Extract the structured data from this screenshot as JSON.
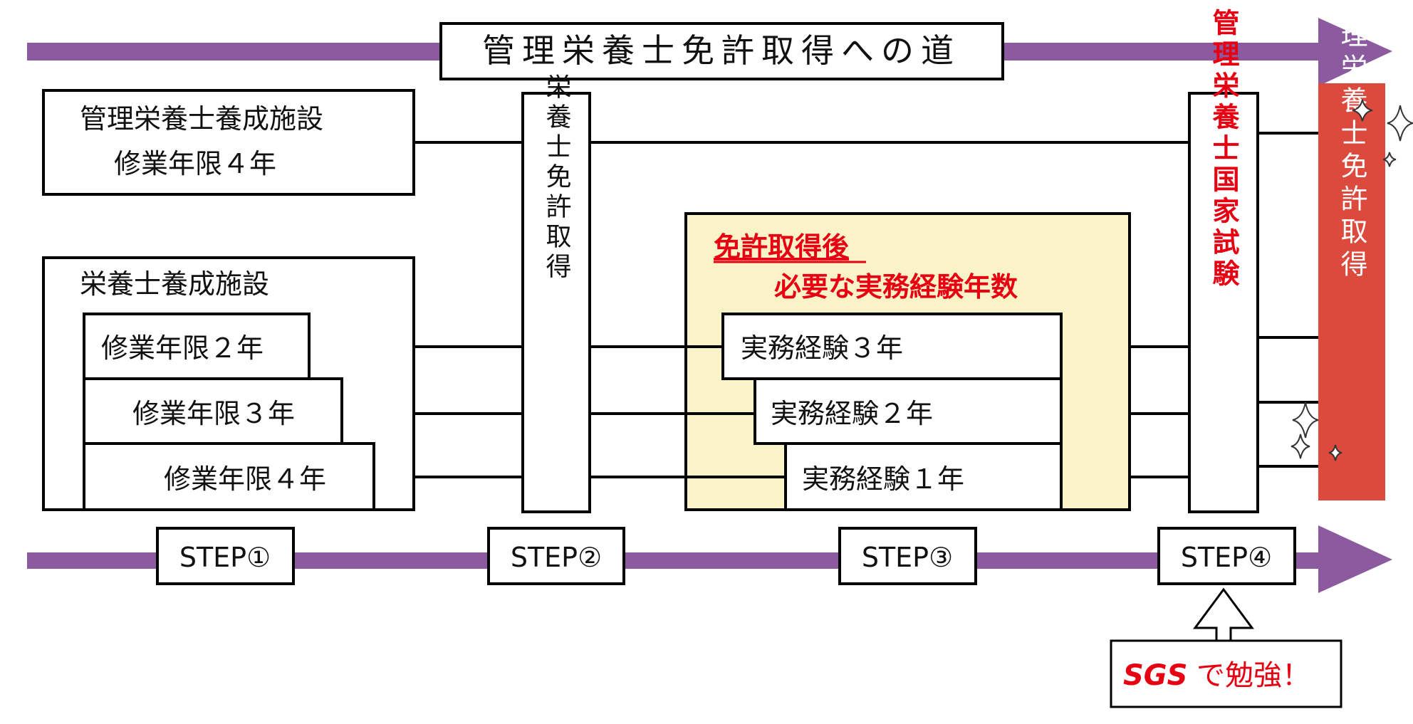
{
  "title": "管理栄養士免許取得への道",
  "colors": {
    "arrow": "#8b5a9f",
    "accent_red": "#e60012",
    "goal_box": "#dc4a3e",
    "highlight_bg": "#faf3c8"
  },
  "schools": {
    "kanri": {
      "line1": "管理栄養士養成施設",
      "line2": "修業年限４年"
    },
    "eiyo": {
      "title": "栄養士養成施設",
      "terms": [
        "修業年限２年",
        "修業年限３年",
        "修業年限４年"
      ]
    }
  },
  "license_box": {
    "label": "栄養士免許取得"
  },
  "experience": {
    "heading1": "免許取得後",
    "heading2": "必要な実務経験年数",
    "items": [
      "実務経験３年",
      "実務経験２年",
      "実務経験１年"
    ]
  },
  "exam_box": {
    "label": "管理栄養士国家試験"
  },
  "goal_box": {
    "label": "管理栄養士免許取得",
    "icon": "sparkle-icon"
  },
  "steps": [
    "STEP①",
    "STEP②",
    "STEP③",
    "STEP④"
  ],
  "callout": {
    "brand": "SGS",
    "text": "で勉強！",
    "icon": "up-arrow-icon"
  }
}
